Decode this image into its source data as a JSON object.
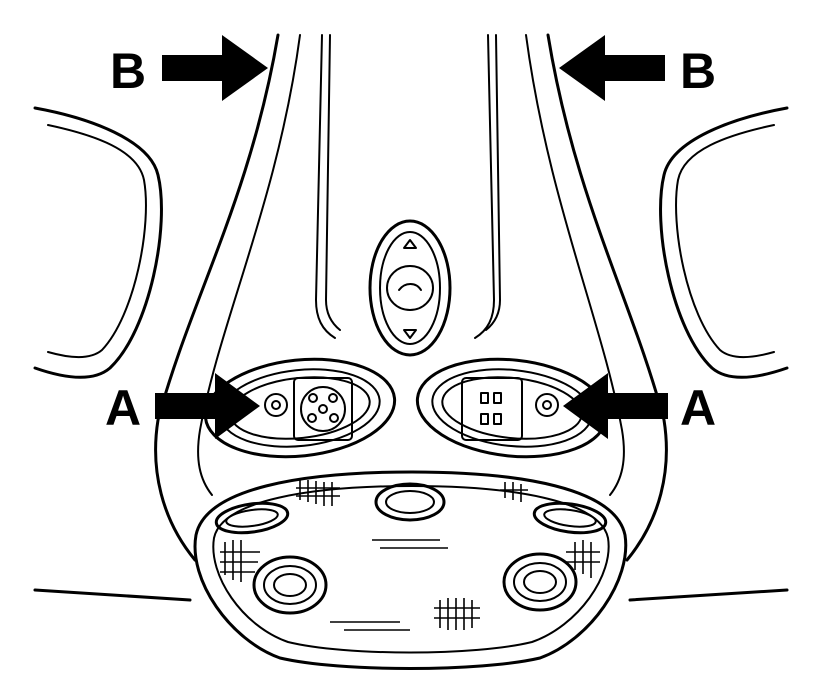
{
  "callouts": {
    "top_left": "B",
    "top_right": "B",
    "middle_left": "A",
    "middle_right": "A"
  },
  "colors": {
    "ink": "#000000",
    "paper": "#ffffff"
  }
}
